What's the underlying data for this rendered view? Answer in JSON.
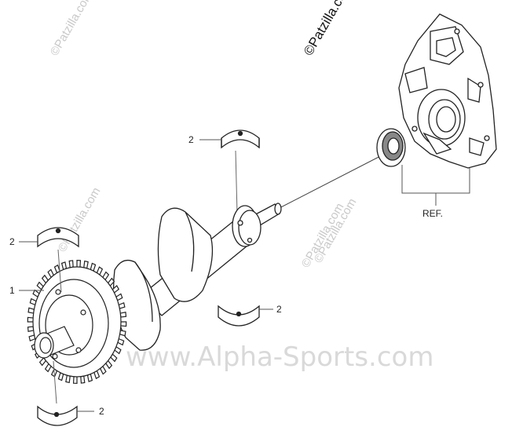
{
  "callouts": {
    "bearing_top": "2",
    "bearing_left": "2",
    "gear": "1",
    "bearing_right": "2",
    "bearing_bottom": "2",
    "reference": "REF."
  },
  "watermarks": {
    "topleft": "©Patzilla.com",
    "topright": "©Patzilla.com",
    "left_mid": "©Patzilla.com",
    "center": "©Patzilla.com",
    "right_mid": "©Patzilla.com",
    "site": "www.Alpha-Sports.com"
  },
  "colors": {
    "line": "#222222",
    "watermark": "#c9c9c9"
  }
}
